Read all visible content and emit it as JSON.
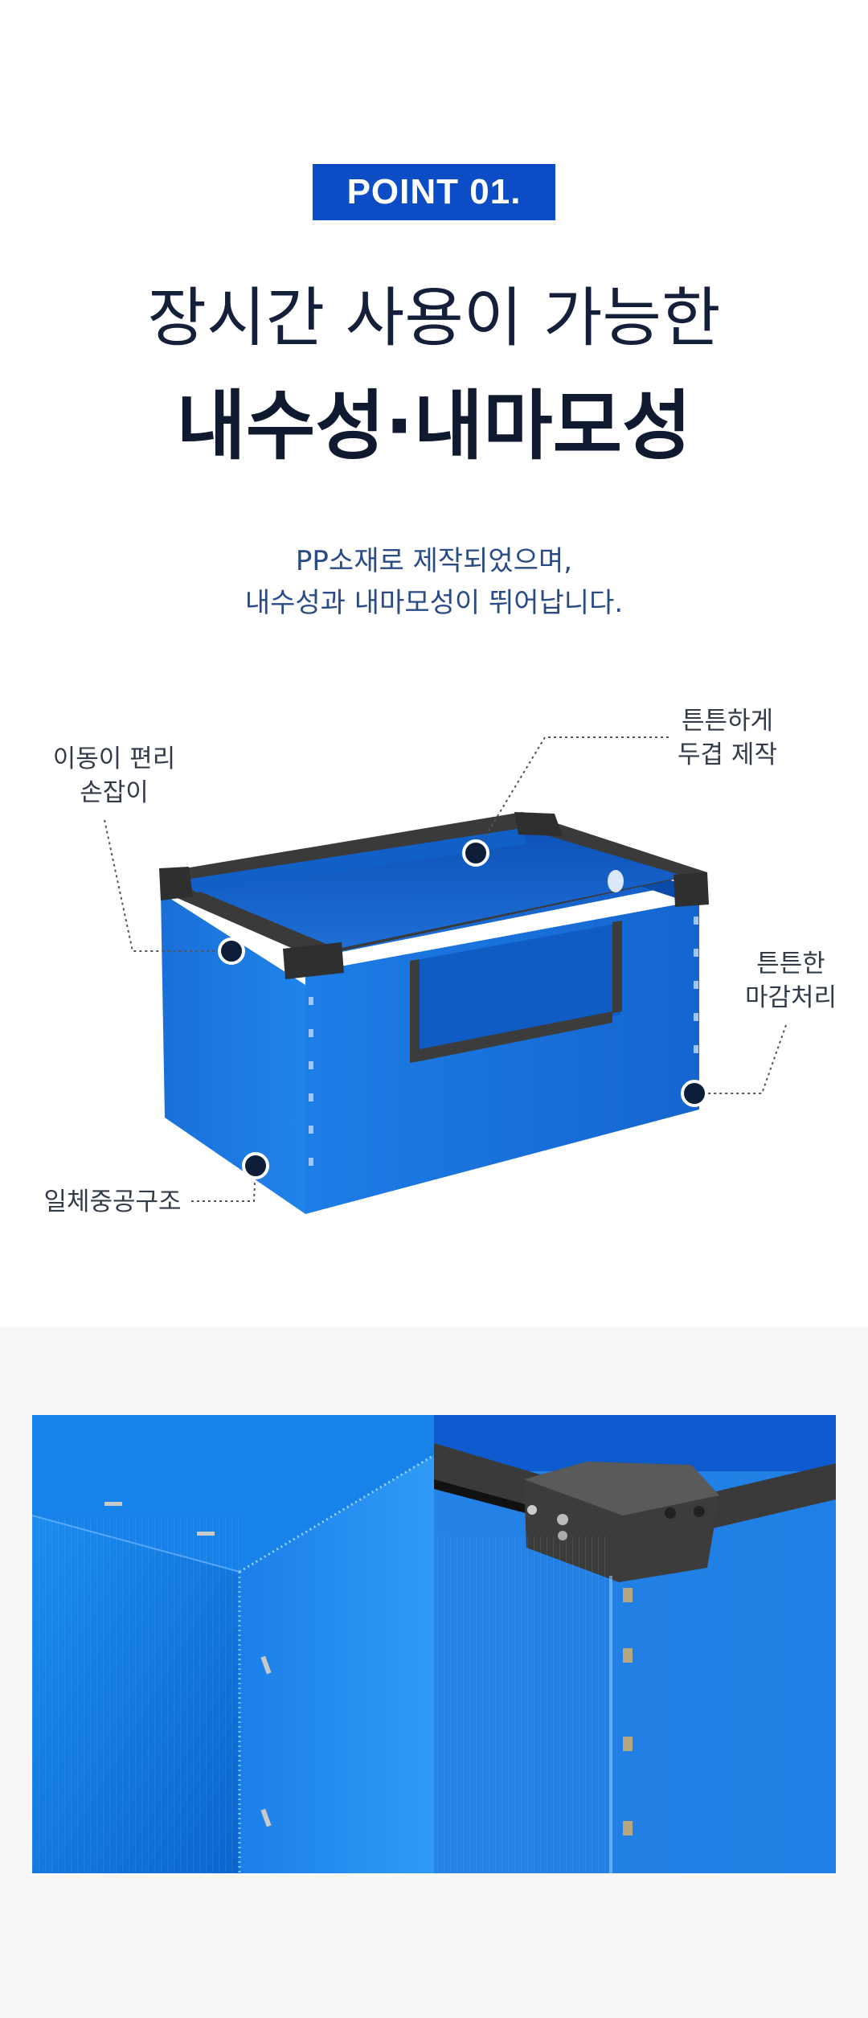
{
  "badge": "POINT 01.",
  "headline_line1": "장시간 사용이 가능한",
  "headline_line2": "내수성·내마모성",
  "description": [
    "PP소재로 제작되었으며,",
    "내수성과 내마모성이 뛰어납니다."
  ],
  "callouts": {
    "handle": [
      "이동이 편리",
      "손잡이"
    ],
    "thick": [
      "튼튼하게",
      "두겹 제작"
    ],
    "edge": [
      "튼튼한",
      "마감처리"
    ],
    "hollow": [
      "일체중공구조"
    ]
  },
  "colors": {
    "brand": "#0c4cc4",
    "box_blue": "#1a78e0",
    "frame": "#3c3c3c",
    "text_dark": "#14203a",
    "text_blue": "#2a4b86"
  },
  "icons": [
    "callout-dot-icon"
  ]
}
